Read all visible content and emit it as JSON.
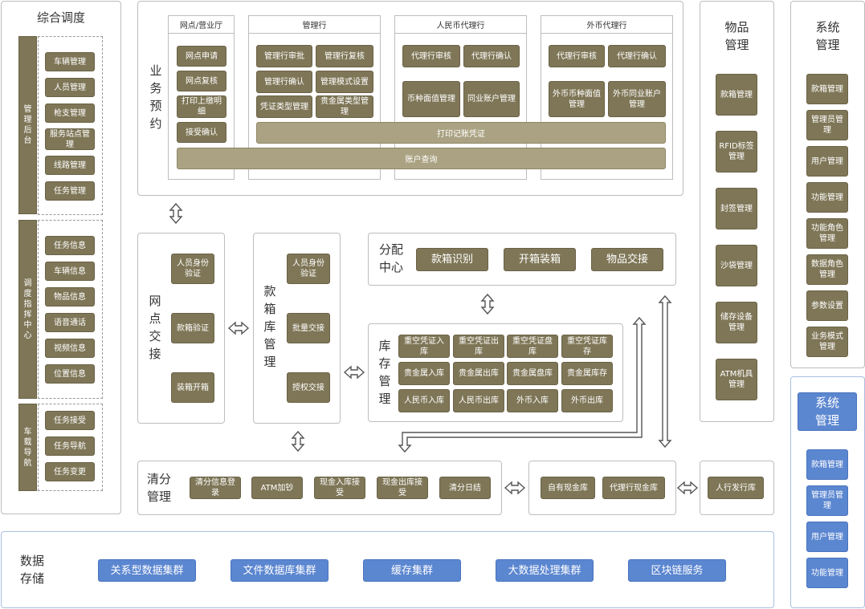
{
  "zonghe": {
    "title": "综合调度",
    "groups": [
      {
        "label": "管理后台",
        "items": [
          "车辆管理",
          "人员管理",
          "枪支管理",
          "服务站点管理",
          "线路管理",
          "任务管理"
        ]
      },
      {
        "label": "调度指挥中心",
        "items": [
          "任务信息",
          "车辆信息",
          "物品信息",
          "语音通话",
          "视频信息",
          "位置信息"
        ]
      },
      {
        "label": "车载导航",
        "items": [
          "任务接受",
          "任务导航",
          "任务变更"
        ]
      }
    ]
  },
  "yewu": {
    "label": "业务预约",
    "wangdian": {
      "header": "网点/营业厅",
      "items": [
        "网点申请",
        "网点复核",
        "打印上缴明细",
        "接受确认"
      ]
    },
    "guanli": {
      "header": "管理行",
      "items": [
        "管理行审批",
        "管理行复核",
        "管理行确认",
        "管理模式设置",
        "凭证类型管理",
        "贵金属类型管理"
      ]
    },
    "renminbi": {
      "header": "人民币代理行",
      "items": [
        "代理行审核",
        "代理行确认",
        "币种面值管理",
        "同业账户管理"
      ]
    },
    "waibi": {
      "header": "外币代理行",
      "items": [
        "代理行审核",
        "代理行确认",
        "外币币种面值管理",
        "外币同业账户管理"
      ]
    },
    "bars": [
      "打印记账凭证",
      "账户查询"
    ]
  },
  "wangdian_jj": {
    "label": "网点交接",
    "items": [
      "人员身份验证",
      "款箱验证",
      "装箱开箱"
    ]
  },
  "kuanxiang": {
    "label": "款箱库管理",
    "items": [
      "人员身份验证",
      "批量交接",
      "授权交接"
    ]
  },
  "fenpei": {
    "label": "分配中心",
    "items": [
      "款箱识别",
      "开箱装箱",
      "物品交接"
    ]
  },
  "kucun": {
    "label": "库存管理",
    "items": [
      "重空凭证入库",
      "重空凭证出库",
      "重空凭证盘库",
      "重空凭证库存",
      "贵金属入库",
      "贵金属出库",
      "贵金属盘库",
      "贵金属库存",
      "人民币入库",
      "人民币出库",
      "外币入库",
      "外币出库"
    ]
  },
  "qingfen": {
    "label": "清分管理",
    "items": [
      "清分信息登录",
      "ATM加钞",
      "现金入库接受",
      "现金出库接受",
      "清分日结"
    ]
  },
  "xianjin": {
    "items": [
      "自有现金库",
      "代理行现金库"
    ]
  },
  "renhang": {
    "item": "人行发行库"
  },
  "wupin": {
    "title": "物品管理",
    "items": [
      "款箱管理",
      "RFID标签管理",
      "封签管理",
      "沙袋管理",
      "储存设备管理",
      "ATM机具管理"
    ]
  },
  "xitong1": {
    "title": "系统管理",
    "items": [
      "款箱管理",
      "管理员管理",
      "用户管理",
      "功能管理",
      "功能角色管理",
      "数据角色管理",
      "参数设置",
      "业务模式管理"
    ]
  },
  "xitong2": {
    "title": "系统管理",
    "items": [
      "款箱管理",
      "管理员管理",
      "用户管理",
      "功能管理"
    ]
  },
  "shuju": {
    "label": "数据存储",
    "items": [
      "关系型数据集群",
      "文件数据库集群",
      "缓存集群",
      "大数据处理集群",
      "区块链服务"
    ]
  },
  "colors": {
    "olive": "#7f7657",
    "olive_light": "#aaa282",
    "blue": "#5b86d0",
    "border": "#bdbdbd"
  }
}
